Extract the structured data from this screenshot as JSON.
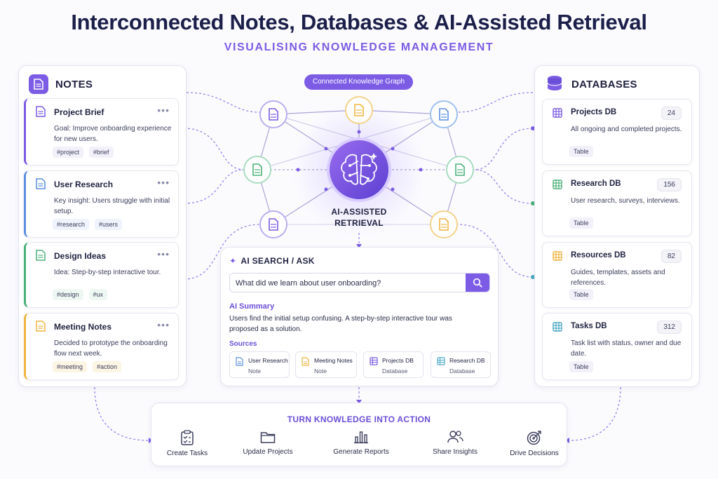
{
  "header": {
    "title": "Interconnected Notes, Databases & AI-Assisted Retrieval",
    "subtitle": "VISUALISING KNOWLEDGE MANAGEMENT"
  },
  "notes_panel": {
    "title": "NOTES",
    "cards": [
      {
        "title": "Project Brief",
        "body": "Goal: Improve onboarding experience for new users.",
        "tags": [
          "#project",
          "#brief"
        ],
        "accent": "#7c5ce4"
      },
      {
        "title": "User Research",
        "body": "Key insight: Users struggle with initial setup.",
        "tags": [
          "#research",
          "#users"
        ],
        "accent": "#5b8fe0"
      },
      {
        "title": "Design Ideas",
        "body": "Idea: Step-by-step interactive tour.",
        "tags": [
          "#design",
          "#ux"
        ],
        "accent": "#4cb07a"
      },
      {
        "title": "Meeting Notes",
        "body": "Decided to prototype the onboarding flow next week.",
        "tags": [
          "#meeting",
          "#action"
        ],
        "accent": "#f0b442"
      }
    ]
  },
  "db_panel": {
    "title": "DATABASES",
    "cards": [
      {
        "title": "Projects DB",
        "count": "24",
        "body": "All ongoing and completed projects.",
        "tag": "Table",
        "color": "#7c5ce4"
      },
      {
        "title": "Research DB",
        "count": "156",
        "body": "User research, surveys, interviews.",
        "tag": "Table",
        "color": "#4cb07a"
      },
      {
        "title": "Resources DB",
        "count": "82",
        "body": "Guides, templates, assets and references.",
        "tag": "Table",
        "color": "#f0b442"
      },
      {
        "title": "Tasks DB",
        "count": "312",
        "body": "Task list with status, owner and due date.",
        "tag": "Table",
        "color": "#4aa8c4"
      }
    ]
  },
  "graph": {
    "pill": "Connected Knowledge Graph",
    "center_label_1": "AI-ASSISTED",
    "center_label_2": "RETRIEVAL"
  },
  "search": {
    "title": "AI SEARCH / ASK",
    "query": "What did we learn about user onboarding?",
    "summary_label": "AI Summary",
    "summary_text": "Users find the initial setup confusing. A step-by-step interactive tour was proposed as a solution.",
    "sources_label": "Sources",
    "sources": [
      {
        "name": "User Research",
        "type": "Note",
        "kind": "note"
      },
      {
        "name": "Meeting Notes",
        "type": "Note",
        "kind": "note-y"
      },
      {
        "name": "Projects DB",
        "type": "Database",
        "kind": "db"
      },
      {
        "name": "Research DB",
        "type": "Database",
        "kind": "db-g"
      }
    ]
  },
  "actions": {
    "title": "TURN KNOWLEDGE INTO ACTION",
    "items": [
      {
        "label": "Create Tasks",
        "icon": "clipboard-check-icon"
      },
      {
        "label": "Update Projects",
        "icon": "folder-icon"
      },
      {
        "label": "Generate Reports",
        "icon": "bar-chart-icon"
      },
      {
        "label": "Share Insights",
        "icon": "users-icon"
      },
      {
        "label": "Drive Decisions",
        "icon": "target-icon"
      }
    ]
  },
  "colors": {
    "accent": "#7c5ce4",
    "blue": "#5b8fe0",
    "green": "#4cb07a",
    "yellow": "#f0b442",
    "teal": "#4aa8c4"
  }
}
